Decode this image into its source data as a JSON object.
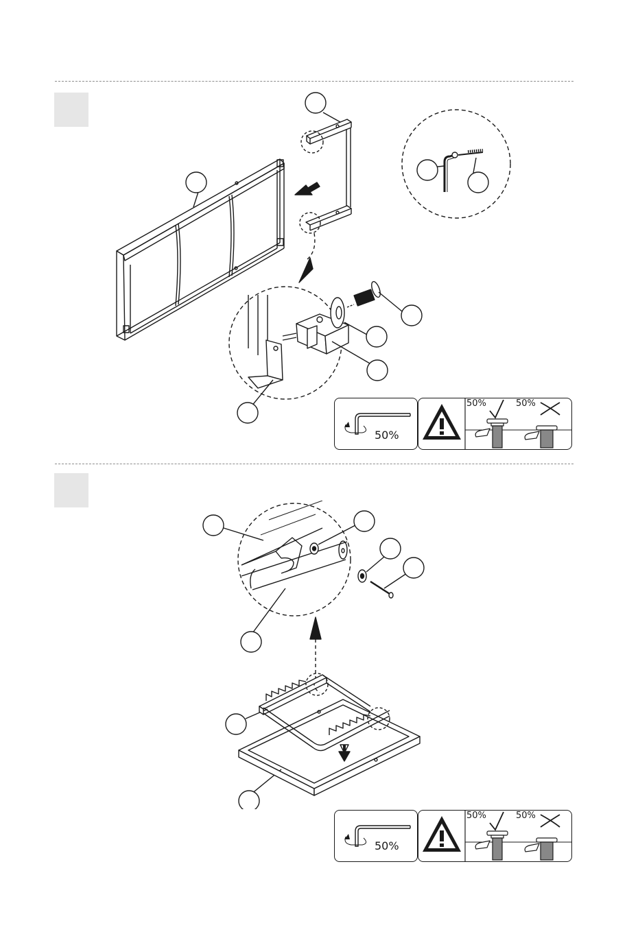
{
  "steps": [
    {
      "number": "",
      "callouts": [
        "",
        "",
        "",
        "",
        "",
        "",
        "",
        "",
        ""
      ],
      "info_panel": {
        "torque_text": "50%",
        "check_text": "50%",
        "cross_text": "50%",
        "icons": [
          "hex-key-rotate-icon",
          "warning-triangle-icon",
          "check-icon",
          "cross-icon"
        ]
      }
    },
    {
      "number": "",
      "callouts": [
        "",
        "",
        "",
        "",
        "",
        "",
        ""
      ],
      "info_panel": {
        "torque_text": "50%",
        "check_text": "50%",
        "cross_text": "50%",
        "icons": [
          "hex-key-rotate-icon",
          "warning-triangle-icon",
          "check-icon",
          "cross-icon"
        ]
      }
    }
  ],
  "colors": {
    "line": "#1a1a1a",
    "dash": "#8c8c8c",
    "step_box": "#e6e6e6"
  }
}
